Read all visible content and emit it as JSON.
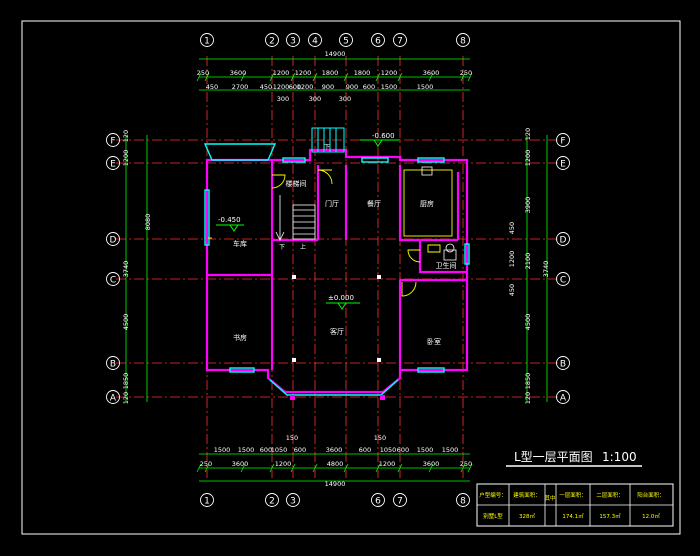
{
  "drawing": {
    "title": "L型一层平面图",
    "scale": "1:100"
  },
  "axes": {
    "top_columns": [
      "1",
      "2",
      "3",
      "4",
      "5",
      "6",
      "7",
      "8"
    ],
    "bottom_columns": [
      "1",
      "2",
      "3",
      "6",
      "7",
      "8"
    ],
    "left_rows": [
      "F",
      "E",
      "D",
      "C",
      "B",
      "A"
    ],
    "right_rows": [
      "F",
      "E",
      "D",
      "C",
      "B",
      "A"
    ]
  },
  "dimensions": {
    "top_total": "14900",
    "top_row1": [
      "250",
      "3600",
      "1200",
      "1200",
      "1800",
      "1800",
      "1200",
      "3600",
      "250"
    ],
    "top_row2": [
      "450",
      "2700",
      "450",
      "1200",
      "600",
      "1200",
      "900",
      "900",
      "600",
      "1500",
      "1500"
    ],
    "top_row3": [
      "300",
      "300",
      "300"
    ],
    "bottom_row1": [
      "1500",
      "1500",
      "600",
      "1050",
      "600",
      "3600",
      "600",
      "1050",
      "600",
      "1500",
      "1500"
    ],
    "bottom_row2": [
      "250",
      "3600",
      "1200",
      "4800",
      "1200",
      "3600",
      "250"
    ],
    "bottom_total": "14900",
    "bottom_marks": [
      "150",
      "150"
    ],
    "left_outer": [
      "120",
      "1200",
      "8080",
      "3740",
      "4500",
      "1850",
      "120"
    ],
    "right_outer": [
      "120",
      "1200",
      "3900",
      "450",
      "2100",
      "1200",
      "450",
      "3740",
      "4500",
      "1850",
      "120"
    ]
  },
  "rooms": {
    "garage": "车库",
    "stair_room": "楼梯间",
    "foyer": "门厅",
    "dining": "餐厅",
    "kitchen": "厨房",
    "bathroom": "卫生间",
    "living": "客厅",
    "study": "书房",
    "bedroom": "卧室"
  },
  "levels": {
    "garage": "-0.450",
    "living": "±0.000",
    "entry": "-0.600"
  },
  "stair_marks": {
    "down1": "下",
    "down2": "下",
    "up": "上"
  },
  "table": {
    "headers": [
      "户型编号：",
      "建筑面积：",
      "其中",
      "一层面积：",
      "二层面积：",
      "阳台面积："
    ],
    "values": [
      "别墅L型",
      "328㎡",
      "",
      "174.1㎡",
      "157.3㎡",
      "12.0㎡"
    ]
  },
  "colors": {
    "background": "#000000",
    "grid_axis": "#00ff00",
    "axis_red": "#ff0000",
    "wall": "#ff00ff",
    "window": "#00ffff",
    "text_white": "#ffffff",
    "yellow": "#ffff00"
  }
}
